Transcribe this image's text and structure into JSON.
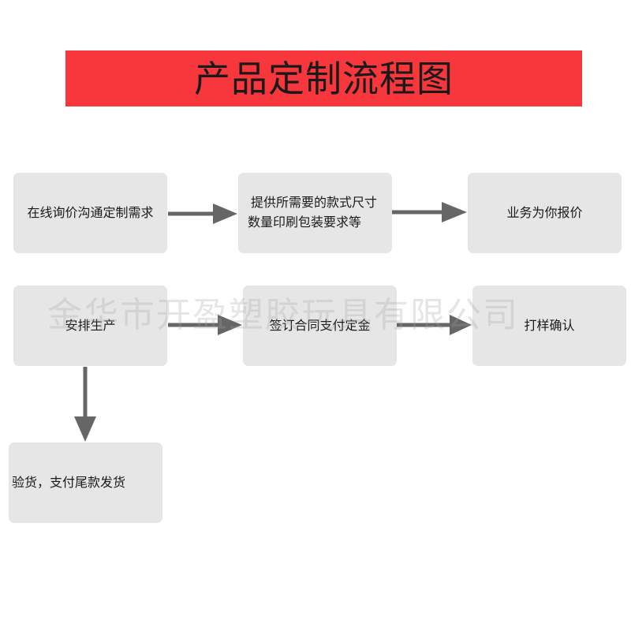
{
  "title": "产品定制流程图",
  "steps": {
    "s1": "在线询价沟通定制需求",
    "s2_line1": "提供所需要的款式尺寸",
    "s2_line2": "数量印刷包装要求等",
    "s3": "业务为你报价",
    "s4": "安排生产",
    "s5": "签订合同支付定金",
    "s6": "打样确认",
    "s7": "验货，支付尾款发货"
  },
  "watermark": "金华市开盈塑胶玩具有限公司",
  "colors": {
    "title_bg": "#f7373b",
    "box_bg": "#e6e6e6",
    "arrow": "#666666"
  }
}
